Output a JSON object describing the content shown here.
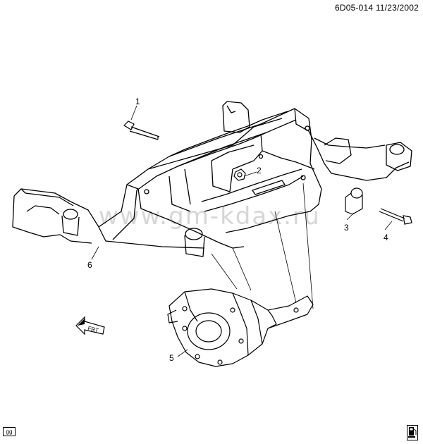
{
  "header": {
    "drawing_code": "6D05-014  11/23/2002"
  },
  "watermark": "www.gm-kdax.ru",
  "callouts": [
    "1",
    "2",
    "3",
    "4",
    "5",
    "6"
  ],
  "direction_arrow": {
    "label": "FRT"
  },
  "corner_tag": "gg",
  "icons": {
    "corner_badge": "fuel-pump-icon"
  },
  "colors": {
    "line": "#000000",
    "background": "#ffffff",
    "watermark": "#d6d6d6"
  }
}
